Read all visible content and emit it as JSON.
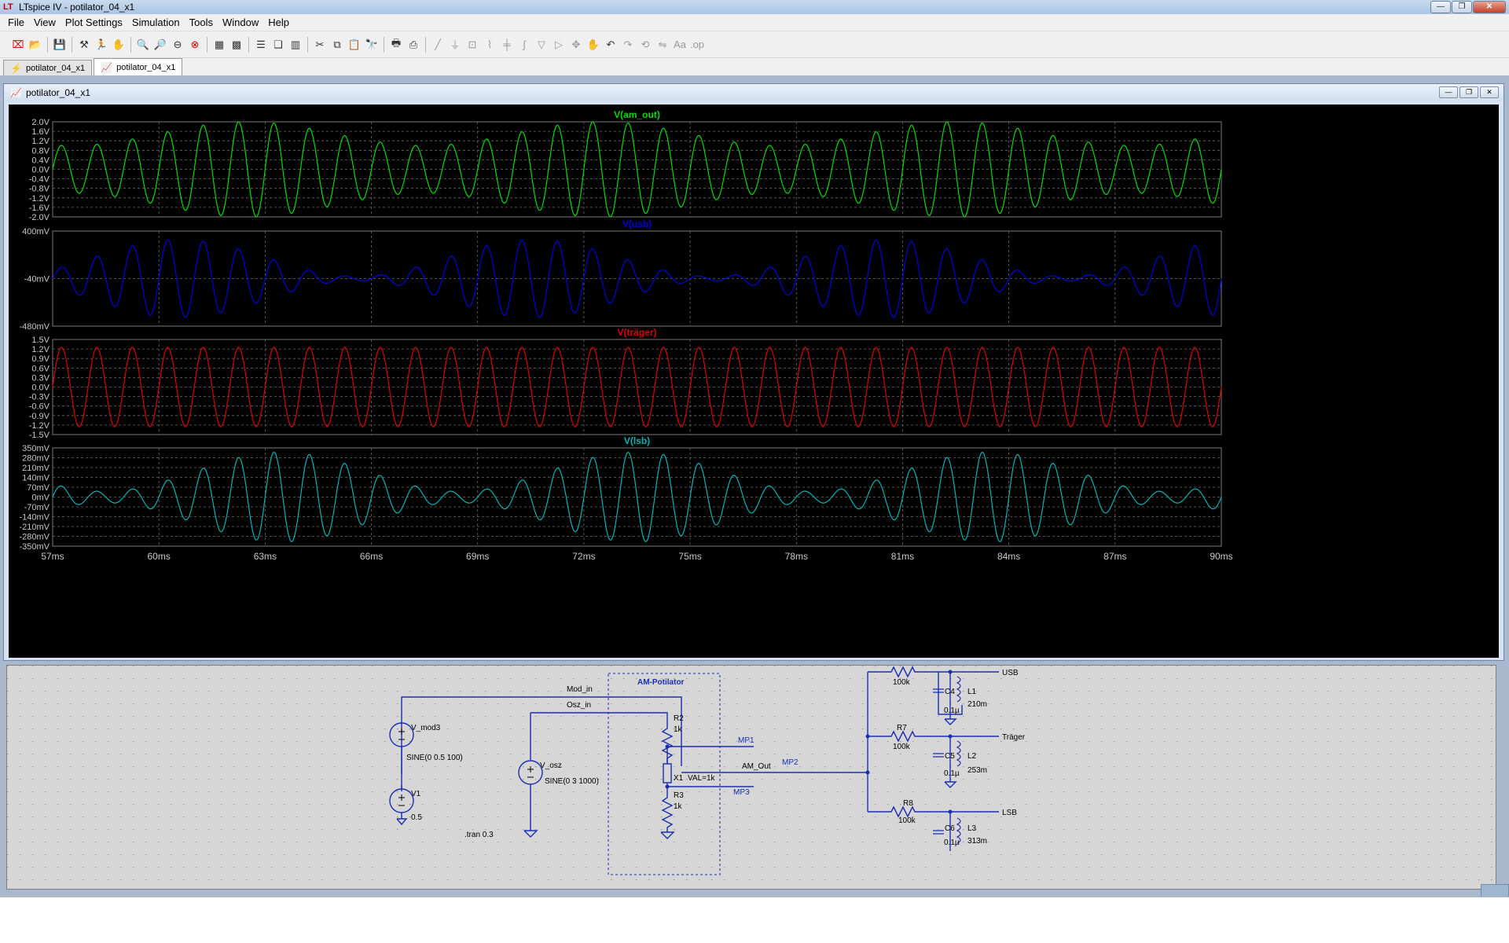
{
  "window": {
    "title": "LTspice IV - potilator_04_x1",
    "app_icon": "ltspice-icon"
  },
  "menu": [
    "File",
    "View",
    "Plot Settings",
    "Simulation",
    "Tools",
    "Window",
    "Help"
  ],
  "tabs": [
    {
      "label": "potilator_04_x1",
      "icon": "schematic-icon",
      "active": false
    },
    {
      "label": "potilator_04_x1",
      "icon": "waveform-icon",
      "active": true
    }
  ],
  "plot_window": {
    "title": "potilator_04_x1",
    "x_ticks": [
      "57ms",
      "60ms",
      "63ms",
      "66ms",
      "69ms",
      "72ms",
      "75ms",
      "78ms",
      "81ms",
      "84ms",
      "87ms",
      "90ms"
    ]
  },
  "chart_data": [
    {
      "type": "line",
      "title": "V(am_out)",
      "color": "#00dc00",
      "xlim": [
        57,
        90
      ],
      "x_unit": "ms",
      "ylim": [
        -2.0,
        2.0
      ],
      "y_ticks": [
        "2.0V",
        "1.6V",
        "1.2V",
        "0.8V",
        "0.4V",
        "0.0V",
        "-0.4V",
        "-0.8V",
        "-1.2V",
        "-1.6V",
        "-2.0V"
      ],
      "signal": {
        "carrier_hz": 1000,
        "carrier_amp": 1.5,
        "mod_hz": 100,
        "mod_amp": 0.5
      }
    },
    {
      "type": "line",
      "title": "V(usb)",
      "color": "#0000dc",
      "xlim": [
        57,
        90
      ],
      "x_unit": "ms",
      "ylim": [
        -0.48,
        0.4
      ],
      "y_ticks": [
        "400mV",
        "-40mV",
        "-480mV"
      ],
      "signal": {
        "carrier_hz": 1000,
        "base_amp": 0.19,
        "mod_hz": 100,
        "mod_amp": 0.17
      }
    },
    {
      "type": "line",
      "title": "V(träger)",
      "color": "#dc0000",
      "xlim": [
        57,
        90
      ],
      "x_unit": "ms",
      "ylim": [
        -1.5,
        1.5
      ],
      "y_ticks": [
        "1.5V",
        "1.2V",
        "0.9V",
        "0.6V",
        "0.3V",
        "0.0V",
        "-0.3V",
        "-0.6V",
        "-0.9V",
        "-1.2V",
        "-1.5V"
      ],
      "signal": {
        "carrier_hz": 1000,
        "carrier_amp": 1.25
      }
    },
    {
      "type": "line",
      "title": "V(lsb)",
      "color": "#00b4b4",
      "xlim": [
        57,
        90
      ],
      "x_unit": "ms",
      "ylim": [
        -0.35,
        0.35
      ],
      "y_ticks": [
        "350mV",
        "280mV",
        "210mV",
        "140mV",
        "70mV",
        "0mV",
        "-70mV",
        "-140mV",
        "-210mV",
        "-280mV",
        "-350mV"
      ],
      "signal": {
        "carrier_hz": 1000,
        "base_amp": 0.18,
        "mod_hz": 100,
        "mod_amp": 0.14
      }
    }
  ],
  "schematic": {
    "labels": {
      "mod_in": "Mod_in",
      "osz_in": "Osz_in",
      "am_potilator": "AM-Potilator",
      "v_mod3": "V_mod3",
      "v_mod3_val": "SINE(0 0.5 100)",
      "v1": "V1",
      "v1_val": "0.5",
      "v_osz": "V_osz",
      "v_osz_val": "SINE(0 3 1000)",
      "r2": "R2",
      "r2_val": "1k",
      "r3": "R3",
      "r3_val": "1k",
      "x1": "X1",
      "x1_val": "VAL=1k",
      "mp1": "MP1",
      "mp2": "MP2",
      "mp3": "MP3",
      "am_out": "AM_Out",
      "tran": ".tran 0.3",
      "r_usb_val": "100k",
      "r7": "R7",
      "r7_val": "100k",
      "r8": "R8",
      "r8_val": "100k",
      "c4": "C4",
      "c4_val": "0.1µ",
      "l1": "L1",
      "l1_val": "210m",
      "c5": "C5",
      "c5_val": "0.1µ",
      "l2": "L2",
      "l2_val": "253m",
      "c6": "C6",
      "c6_val": "0.1µ",
      "l3": "L3",
      "l3_val": "313m",
      "usb": "USB",
      "traeger": "Träger",
      "lsb": "LSB"
    }
  }
}
